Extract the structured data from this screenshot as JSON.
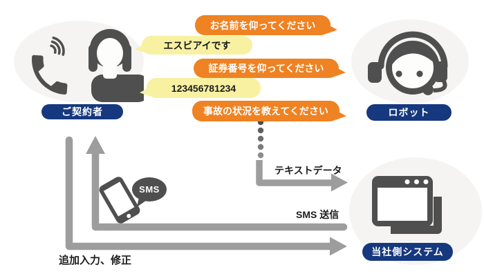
{
  "palette": {
    "orange": "#EF8222",
    "yellow": "#F8F1A2",
    "navy": "#16387E",
    "dark": "#4F4F4F",
    "gray": "#9D9D9D",
    "ellipsebg": "#F5F4F2",
    "ink": "#1C1C1C"
  },
  "actors": {
    "customer": {
      "label": "ご契約者",
      "icon": "phone-caller-person-icon"
    },
    "robot": {
      "label": "ロボット",
      "icon": "headset-operator-icon"
    },
    "system": {
      "label": "当社側システム",
      "icon": "browser-windows-icon"
    }
  },
  "chat": {
    "messages": [
      {
        "from": "robot",
        "text": "お名前を仰ってください"
      },
      {
        "from": "customer",
        "text": "エスビアイです"
      },
      {
        "from": "robot",
        "text": "証券番号を仰ってください"
      },
      {
        "from": "customer",
        "text": "123456781234"
      },
      {
        "from": "robot",
        "text": "事故の状況を教えてください"
      }
    ]
  },
  "flows": {
    "text_data_label": "テキストデータ",
    "sms_send_label": "SMS 送信",
    "additional_input_label": "追加入力、修正",
    "sms_badge": "SMS"
  }
}
